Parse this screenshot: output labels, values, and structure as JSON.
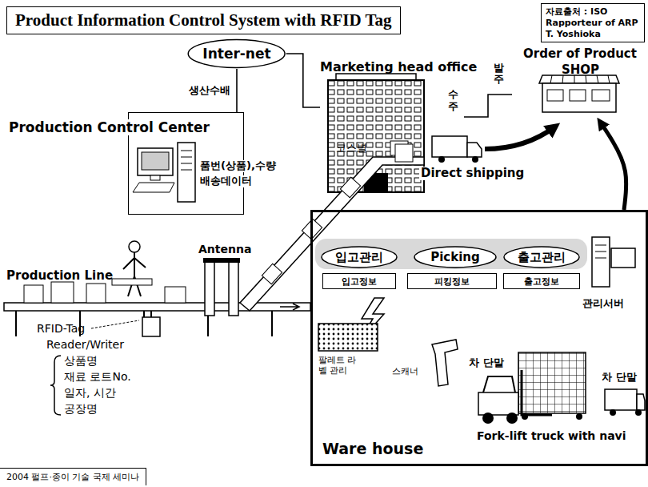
{
  "diagram": {
    "title": "Product Information Control System with RFID Tag",
    "caption": "2004 펄프·종이 기술 국제 세미나",
    "nodes": [
      {
        "text": [
          "자료출처 : ISO Rapporteur of ARP T. Yoshioka"
        ]
      },
      {
        "text": [
          "Inter-net"
        ]
      },
      {
        "text": [
          "Marketing head office"
        ]
      },
      {
        "text": [
          "Order of Product",
          "SHOP"
        ]
      },
      {
        "text": [
          "Production Control Center"
        ]
      },
      {
        "text": [
          "Ware house"
        ]
      },
      {
        "text": [
          "입고관리"
        ],
        "in": 5
      },
      {
        "text": [
          "Picking"
        ],
        "in": 5
      },
      {
        "text": [
          "출고관리"
        ],
        "in": 5
      },
      {
        "text": [
          "입고정보"
        ],
        "in": 5
      },
      {
        "text": [
          "피킹정보"
        ],
        "in": 5
      },
      {
        "text": [
          "출고정보"
        ],
        "in": 5
      }
    ],
    "edges": [
      {
        "from": 4,
        "to": 1,
        "label": "생산수배",
        "arrow": "none"
      },
      {
        "from": 1,
        "to": 2,
        "arrow": "none"
      },
      {
        "from": 2,
        "to": 3,
        "label": "수주",
        "arrow": "none"
      },
      {
        "from": 5,
        "to": 3,
        "arrow": "to"
      }
    ],
    "labels": [
      "Production Line",
      "Antenna",
      "RFID-Tag",
      "Reader/Writer",
      "상품명",
      "재료 로트No.",
      "일자, 시간",
      "공장명",
      "품번(상품),수량",
      "배송데이터",
      "코스별",
      "Direct shipping",
      "발주",
      "관리서버",
      "팔레트 라벨 관리",
      "스캐너",
      "차 단말",
      "차 단말",
      "Fork-lift truck with navi"
    ]
  }
}
